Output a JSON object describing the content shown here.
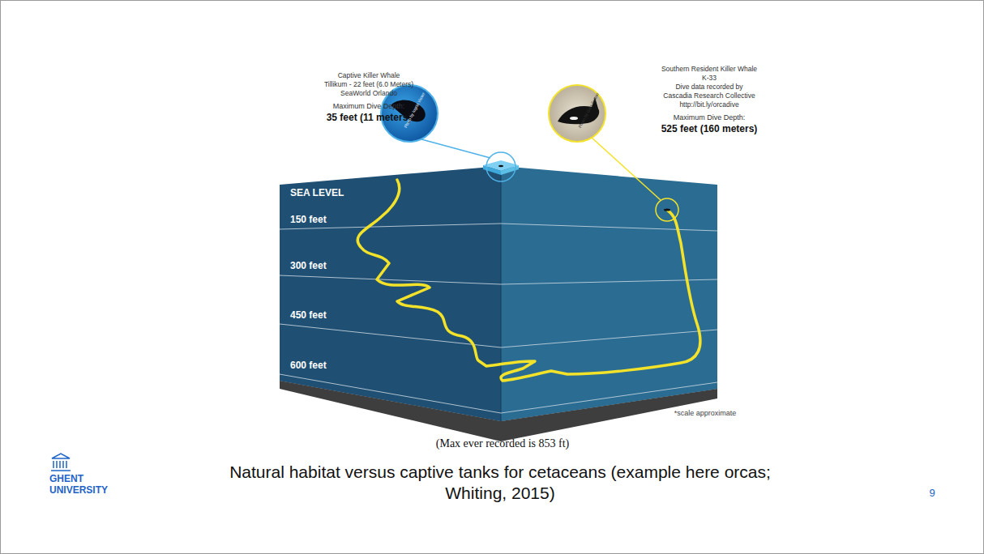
{
  "diagram": {
    "caption": "Natural habitat versus captive tanks for cetaceans (example here orcas; Whiting, 2015)",
    "labels": [
      "Captive Killer Whale",
      "Tillikum - 22 feet (6.0 Meters)",
      "SeaWorld Orlando",
      "Maximum Dive Depth:",
      "35 feet (11 meters)",
      "Photo by Ingrid Visser",
      "Southern Resident Killer Whale",
      "K-33",
      "Dive data recorded by",
      "Cascadia Research Collective",
      "http://bit.ly/orcadive",
      "Maximum Dive Depth:",
      "525 feet (160 meters)",
      "Photo by Gary Sutton",
      "SEA LEVEL",
      "150 feet",
      "300 feet",
      "450 feet",
      "600 feet",
      "*scale approximate",
      "(Max ever recorded is 853 ft)",
      "GHENT UNIVERSITY",
      "9"
    ]
  }
}
